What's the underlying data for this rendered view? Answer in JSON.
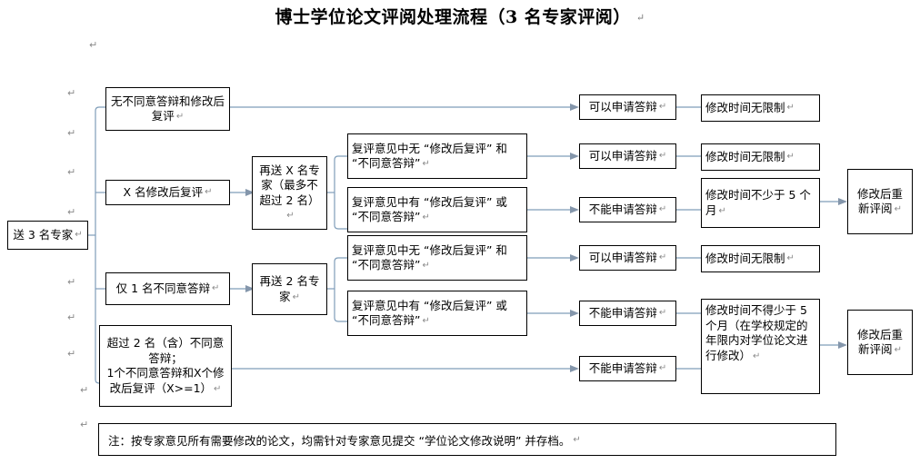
{
  "title": "博士学位论文评阅处理流程（3 名专家评阅）",
  "pilcrow": "↵",
  "colors": {
    "connector": "#7f9db9",
    "arrow": "#8496ab",
    "box_border": "#000000",
    "text": "#000000",
    "background": "#ffffff"
  },
  "start": {
    "label": "送 3 名专家"
  },
  "branches": [
    {
      "id": "b1",
      "label": "无不同意答辩和修改后复评"
    },
    {
      "id": "b2",
      "label": "X 名修改后复评"
    },
    {
      "id": "b3",
      "label": "仅 1 名不同意答辩"
    },
    {
      "id": "b4",
      "label": "超过 2 名（含）不同意答辩；\n1个不同意答辩和X个修改后复评（X>=1）"
    }
  ],
  "resend": [
    {
      "id": "r1",
      "label": "再送 X 名专家（最多不超过 2 名）"
    },
    {
      "id": "r2",
      "label": "再送 2 名专家"
    }
  ],
  "reviews": [
    {
      "id": "v1",
      "label": "复评意见中无 “修改后复评” 和 “不同意答辩”"
    },
    {
      "id": "v2",
      "label": "复评意见中有 “修改后复评” 或 “不同意答辩”"
    },
    {
      "id": "v3",
      "label": "复评意见中无 “修改后复评” 和 “不同意答辩”"
    },
    {
      "id": "v4",
      "label": "复评意见中有 “修改后复评” 或 “不同意答辩”"
    }
  ],
  "outcomes": [
    {
      "id": "o1",
      "label": "可以申请答辩"
    },
    {
      "id": "o2",
      "label": "可以申请答辩"
    },
    {
      "id": "o3",
      "label": "不能申请答辩"
    },
    {
      "id": "o4",
      "label": "可以申请答辩"
    },
    {
      "id": "o5",
      "label": "不能申请答辩"
    },
    {
      "id": "o6",
      "label": "不能申请答辩"
    }
  ],
  "durations": [
    {
      "id": "d1",
      "label": "修改时间无限制"
    },
    {
      "id": "d2",
      "label": "修改时间无限制"
    },
    {
      "id": "d3",
      "label": "修改时间不少于 5 个月"
    },
    {
      "id": "d4",
      "label": "修改时间无限制"
    },
    {
      "id": "d5",
      "label": "修改时间不得少于 5 个月（在学校规定的年限内对学位论文进行修改）"
    }
  ],
  "rereview": [
    {
      "id": "rr1",
      "label": "修改后重新评阅"
    },
    {
      "id": "rr2",
      "label": "修改后重新评阅"
    }
  ],
  "footnote": "注：按专家意见所有需要修改的论文，均需针对专家意见提交 “学位论文修改说明” 并存档。"
}
